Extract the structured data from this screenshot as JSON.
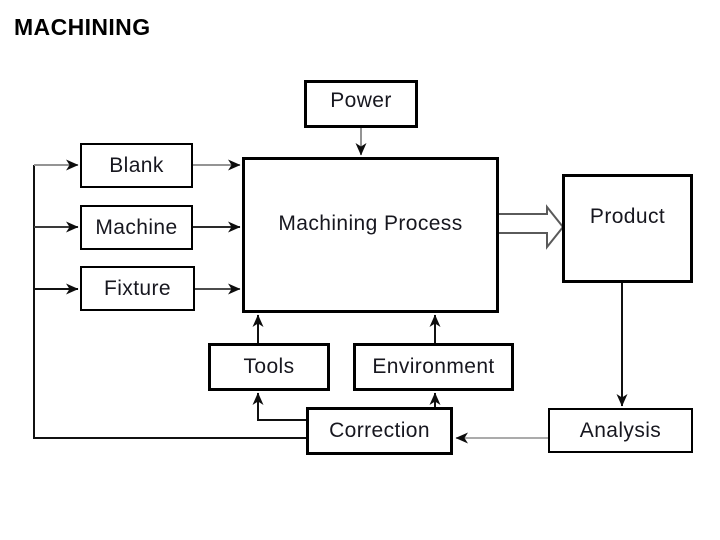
{
  "title": "MACHINING",
  "diagram": {
    "nodes": {
      "power": "Power",
      "blank": "Blank",
      "machine": "Machine",
      "fixture": "Fixture",
      "process": "Machining Process",
      "product": "Product",
      "tools": "Tools",
      "environment": "Environment",
      "correction": "Correction",
      "analysis": "Analysis"
    },
    "edges": [
      {
        "from": "power",
        "to": "process",
        "type": "arrow"
      },
      {
        "from": "blank",
        "to": "process",
        "type": "arrow"
      },
      {
        "from": "machine",
        "to": "process",
        "type": "arrow"
      },
      {
        "from": "fixture",
        "to": "process",
        "type": "arrow"
      },
      {
        "from": "process",
        "to": "product",
        "type": "hollow-arrow"
      },
      {
        "from": "tools",
        "to": "process",
        "type": "arrow"
      },
      {
        "from": "environment",
        "to": "process",
        "type": "arrow"
      },
      {
        "from": "product",
        "to": "analysis",
        "type": "arrow"
      },
      {
        "from": "analysis",
        "to": "correction",
        "type": "arrow"
      },
      {
        "from": "correction",
        "to": "tools",
        "type": "arrow"
      },
      {
        "from": "correction",
        "to": "environment",
        "type": "arrow"
      },
      {
        "from": "correction",
        "to": "blank",
        "type": "arrow"
      },
      {
        "from": "correction",
        "to": "machine",
        "type": "arrow"
      },
      {
        "from": "correction",
        "to": "fixture",
        "type": "arrow"
      }
    ],
    "colors": {
      "background": "#ffffff",
      "box_border": "#000000",
      "box_fill": "#ffffff",
      "label_text": "#17171f",
      "line_dark": "#111111",
      "line_light": "#969696",
      "line_feedback": "#ababab"
    }
  }
}
